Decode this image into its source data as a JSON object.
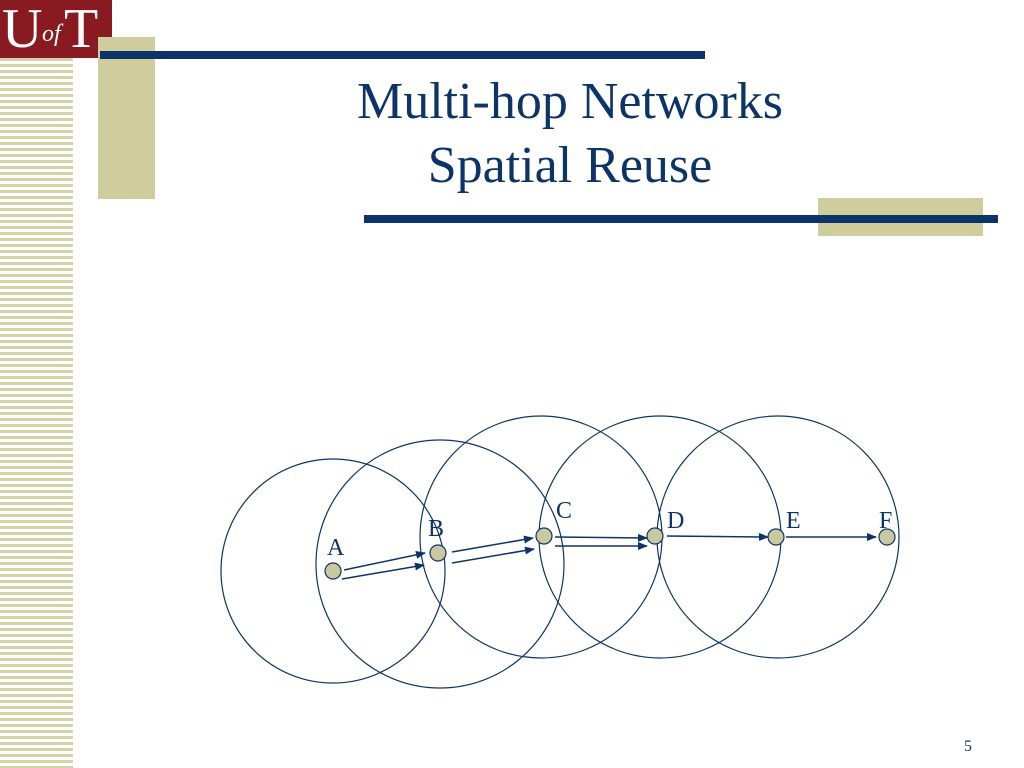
{
  "logo": {
    "u": "U",
    "of": "of",
    "t": "T"
  },
  "title": {
    "line1": "Multi-hop Networks",
    "line2": "Spatial Reuse"
  },
  "nodes": [
    {
      "label": "A"
    },
    {
      "label": "B"
    },
    {
      "label": "C"
    },
    {
      "label": "D"
    },
    {
      "label": "E"
    },
    {
      "label": "F"
    }
  ],
  "colors": {
    "navy": "#0d3469",
    "tan": "#cfcd9e",
    "node_fill": "#c9c9a0",
    "logo_red": "#8a1a22"
  },
  "page_number": "5"
}
